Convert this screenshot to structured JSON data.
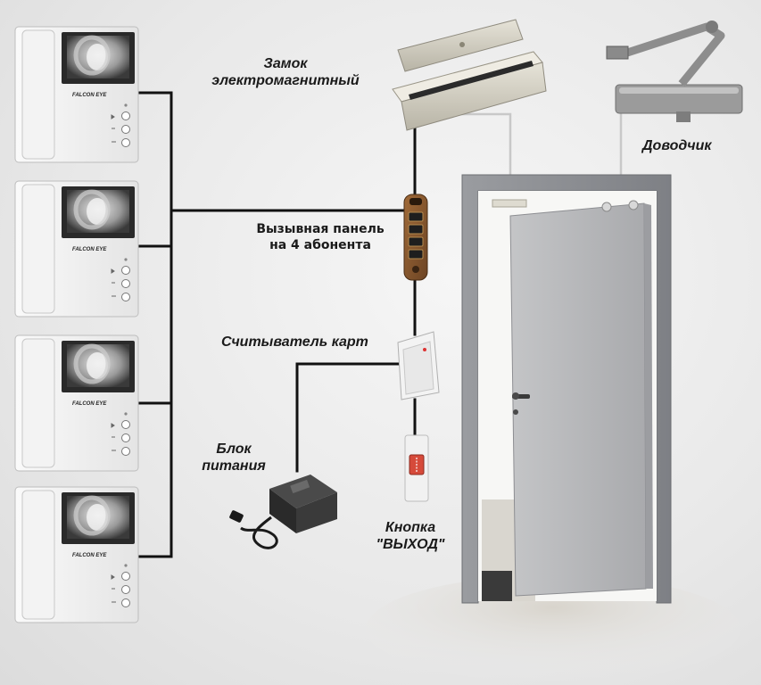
{
  "labels": {
    "lock_line1": "Замок",
    "lock_line2": "электромагнитный",
    "closer": "Доводчик",
    "panel_line1": "Вызывная панель",
    "panel_line2": "на 4 абонента",
    "reader": "Считыватель карт",
    "psu_line1": "Блок",
    "psu_line2": "питания",
    "exit_line1": "Кнопка",
    "exit_line2": "\"ВЫХОД\""
  },
  "monitors": [
    {
      "brand": "FALCON EYE"
    },
    {
      "brand": "FALCON EYE"
    },
    {
      "brand": "FALCON EYE"
    },
    {
      "brand": "FALCON EYE"
    }
  ],
  "colors": {
    "wire": "#111111",
    "wire_light": "#c8c8c8",
    "door": "#b8b9bb",
    "frame": "#8c8e92",
    "panel_body": "#8a5a30"
  }
}
